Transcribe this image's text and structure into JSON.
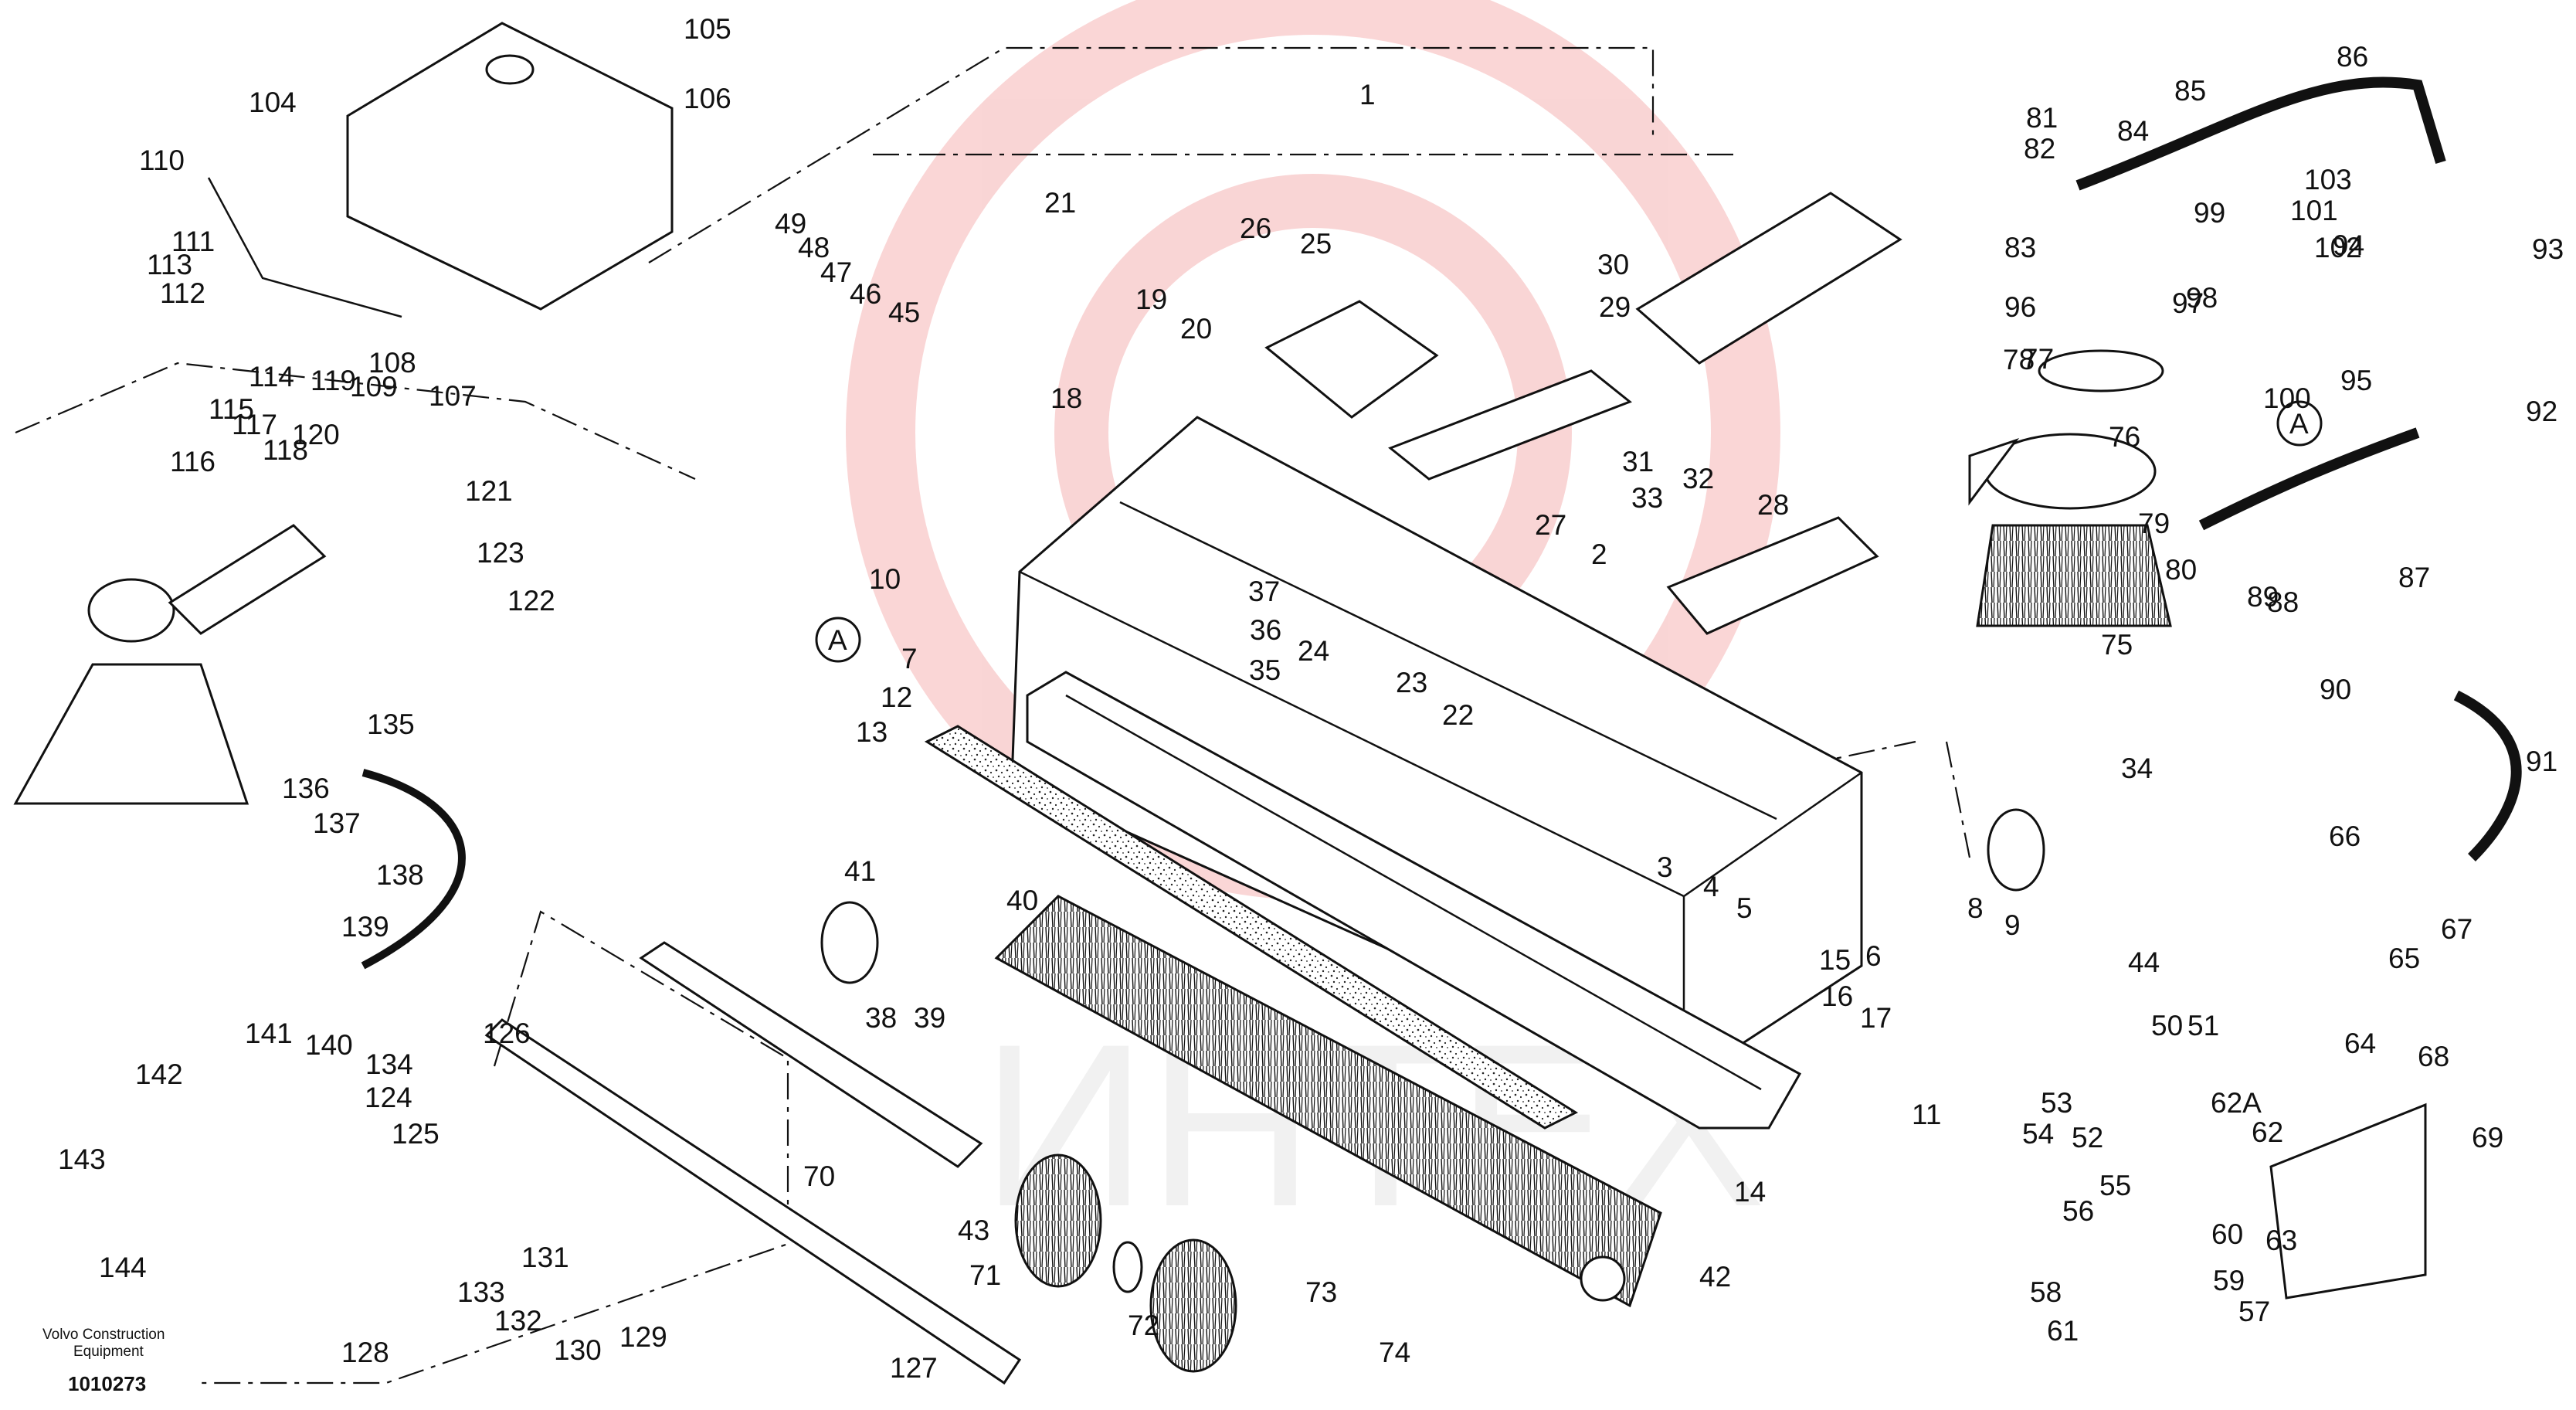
{
  "footer": {
    "company_line1": "Volvo Construction",
    "company_line2": "Equipment",
    "drawing_number": "1010273"
  },
  "watermark": {
    "text": "ИНТЕХ",
    "color": "#f0a0a0"
  },
  "callouts": [
    "1",
    "2",
    "3",
    "4",
    "5",
    "6",
    "7",
    "8",
    "9",
    "10",
    "11",
    "12",
    "13",
    "14",
    "15",
    "16",
    "17",
    "18",
    "19",
    "20",
    "21",
    "22",
    "23",
    "24",
    "25",
    "26",
    "27",
    "28",
    "29",
    "30",
    "31",
    "32",
    "33",
    "34",
    "35",
    "36",
    "37",
    "38",
    "39",
    "40",
    "41",
    "42",
    "43",
    "44",
    "45",
    "46",
    "47",
    "48",
    "49",
    "50",
    "51",
    "52",
    "53",
    "54",
    "55",
    "56",
    "57",
    "58",
    "59",
    "60",
    "61",
    "62",
    "62A",
    "63",
    "64",
    "65",
    "66",
    "67",
    "68",
    "69",
    "70",
    "71",
    "72",
    "73",
    "74",
    "75",
    "76",
    "77",
    "78",
    "79",
    "80",
    "81",
    "82",
    "83",
    "84",
    "85",
    "86",
    "87",
    "88",
    "89",
    "90",
    "91",
    "92",
    "93",
    "94",
    "95",
    "96",
    "97",
    "98",
    "99",
    "100",
    "101",
    "102",
    "103",
    "104",
    "105",
    "106",
    "107",
    "108",
    "109",
    "110",
    "111",
    "112",
    "113",
    "114",
    "115",
    "116",
    "117",
    "118",
    "119",
    "120",
    "121",
    "122",
    "123",
    "124",
    "125",
    "126",
    "127",
    "128",
    "129",
    "130",
    "131",
    "132",
    "133",
    "134",
    "135",
    "136",
    "137",
    "138",
    "139",
    "140",
    "141",
    "142",
    "143",
    "144"
  ],
  "ref_markers": [
    "A",
    "A"
  ]
}
